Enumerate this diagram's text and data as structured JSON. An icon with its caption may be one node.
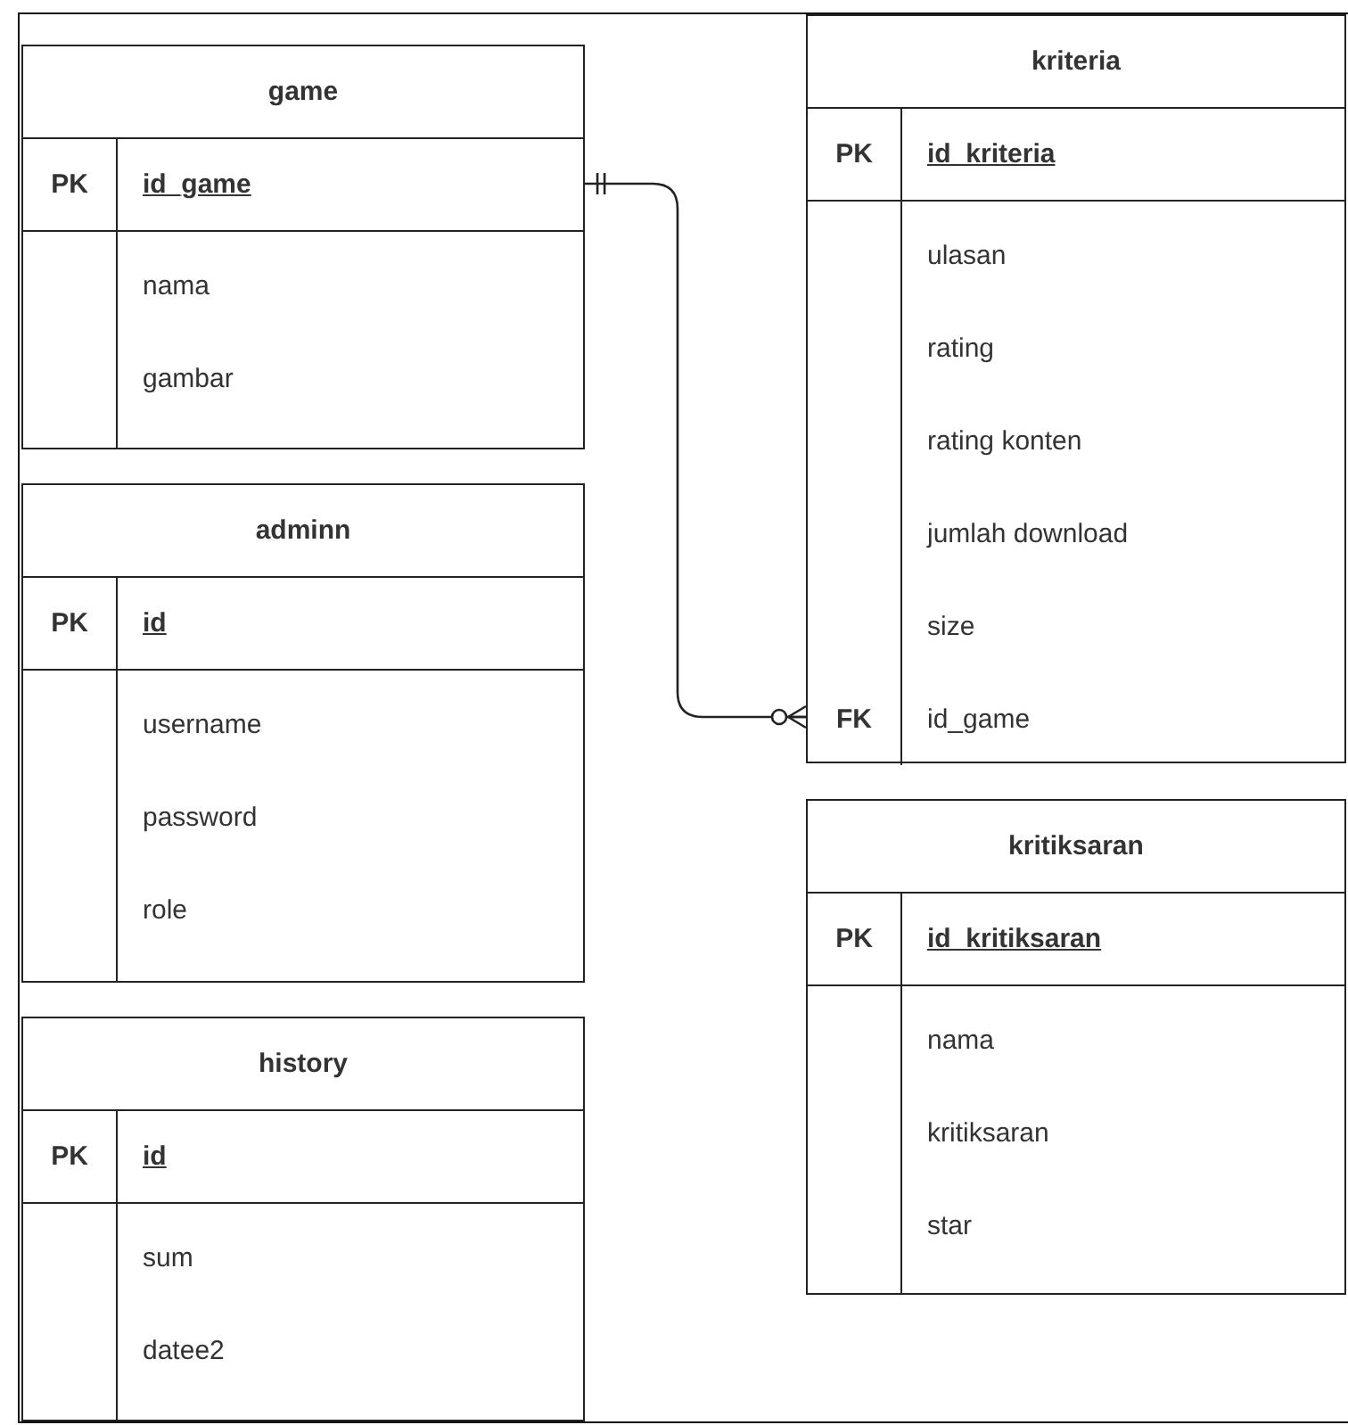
{
  "diagram": {
    "nodes": [
      {
        "text": [
          "game",
          "PK",
          "id_game",
          "nama",
          "gambar"
        ]
      },
      {
        "text": [
          "kriteria",
          "PK",
          "id_kriteria",
          "ulasan",
          "rating",
          "rating konten",
          "jumlah download",
          "size",
          "FK",
          "id_game"
        ]
      },
      {
        "text": [
          "adminn",
          "PK",
          "id",
          "username",
          "password",
          "role"
        ]
      },
      {
        "text": [
          "kritiksaran",
          "PK",
          "id_kritiksaran",
          "nama",
          "kritiksaran",
          "star"
        ]
      },
      {
        "text": [
          "history",
          "PK",
          "id",
          "sum",
          "datee2"
        ]
      }
    ],
    "edges": [
      {
        "from": 0,
        "to": 1,
        "arrow": "other"
      }
    ]
  }
}
